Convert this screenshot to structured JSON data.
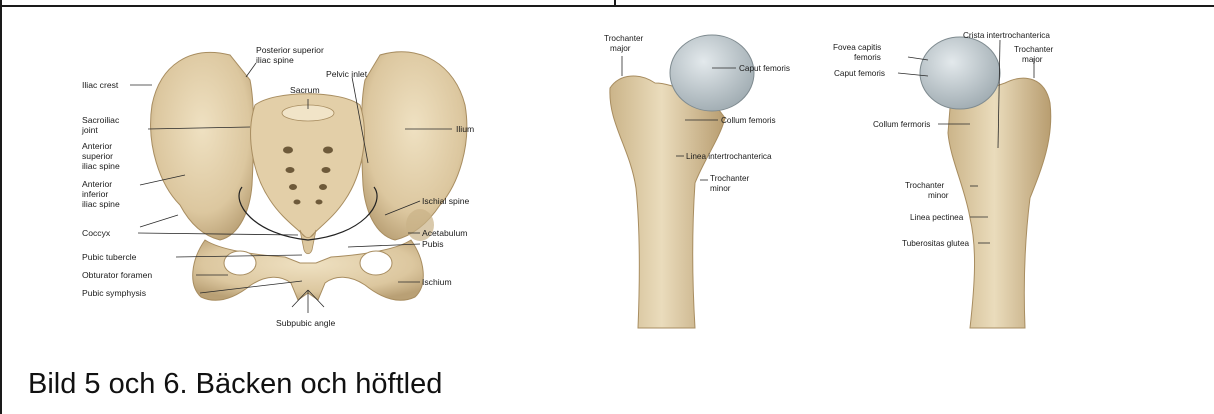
{
  "pelvis": {
    "labels": {
      "psis": [
        "Posterior superior",
        "iliac spine"
      ],
      "iliac_crest": "Iliac crest",
      "pelvic_inlet": "Pelvic inlet",
      "sacrum": "Sacrum",
      "ilium": "Ilium",
      "sacroiliac": [
        "Sacroiliac",
        "joint"
      ],
      "asis": [
        "Anterior",
        "superior",
        "iliac spine"
      ],
      "aiis": [
        "Anterior",
        "inferior",
        "iliac spine"
      ],
      "ischial_spine": "Ischial spine",
      "coccyx": "Coccyx",
      "acetabulum": "Acetabulum",
      "pubis": "Pubis",
      "pubic_tubercle": "Pubic tubercle",
      "obturator": "Obturator foramen",
      "ischium": "Ischium",
      "pubic_symphysis": "Pubic symphysis",
      "subpubic_angle": "Subpubic angle"
    }
  },
  "femur_front": {
    "labels": {
      "trochanter_major": [
        "Trochanter",
        "major"
      ],
      "caput": "Caput femoris",
      "collum": "Collum femoris",
      "linea_inter": "Linea intertrochanterica",
      "trochanter_minor": [
        "Trochanter",
        "minor"
      ]
    }
  },
  "femur_back": {
    "labels": {
      "crista": "Crista intertrochanterica",
      "fovea": [
        "Fovea capitis",
        "femoris"
      ],
      "trochanter_major": [
        "Trochanter",
        "major"
      ],
      "caput": "Caput femoris",
      "collum": "Collum fermoris",
      "trochanter_minor": [
        "Trochanter",
        "minor"
      ],
      "linea_pectinea": "Linea pectinea",
      "tuberositas": "Tuberositas glutea"
    }
  },
  "caption": "Bild 5 och 6. Bäcken och höftled",
  "colors": {
    "bone": "#e6d6b4",
    "bone_dark": "#c9b288",
    "bone_shadow": "#a88d60",
    "cartilage": "#bcc5c9"
  }
}
